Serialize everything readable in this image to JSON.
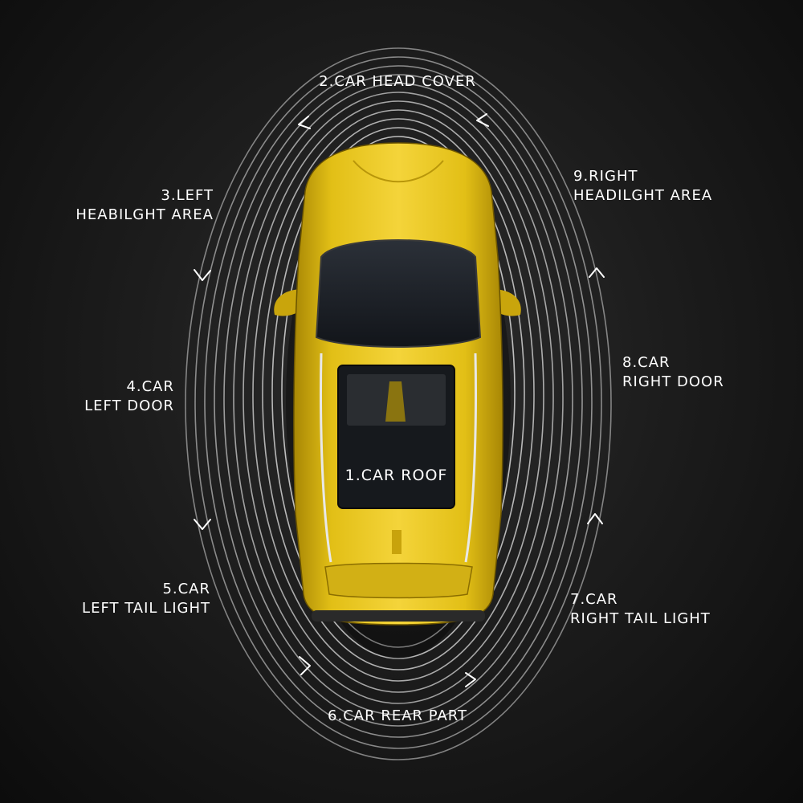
{
  "labels": {
    "roof": "1.CAR ROOF",
    "head_cover": "2.CAR HEAD COVER",
    "left_headlight": [
      "3.LEFT",
      "HEABILGHT AREA"
    ],
    "left_door": [
      "4.CAR",
      "LEFT DOOR"
    ],
    "left_tail": [
      "5.CAR",
      "LEFT TAIL LIGHT"
    ],
    "rear": "6.CAR REAR PART",
    "right_tail": [
      "7.CAR",
      "RIGHT TAIL LIGHT"
    ],
    "right_door": [
      "8.CAR",
      "RIGHT DOOR"
    ],
    "right_headlight": [
      "9.RIGHT",
      "HEADILGHT AREA"
    ]
  },
  "colors": {
    "car_body": "#e7c41d",
    "car_shadow": "#9a7a05",
    "glass": "#1b1f26",
    "rings": "#d9d9d9",
    "text": "#ffffff"
  }
}
